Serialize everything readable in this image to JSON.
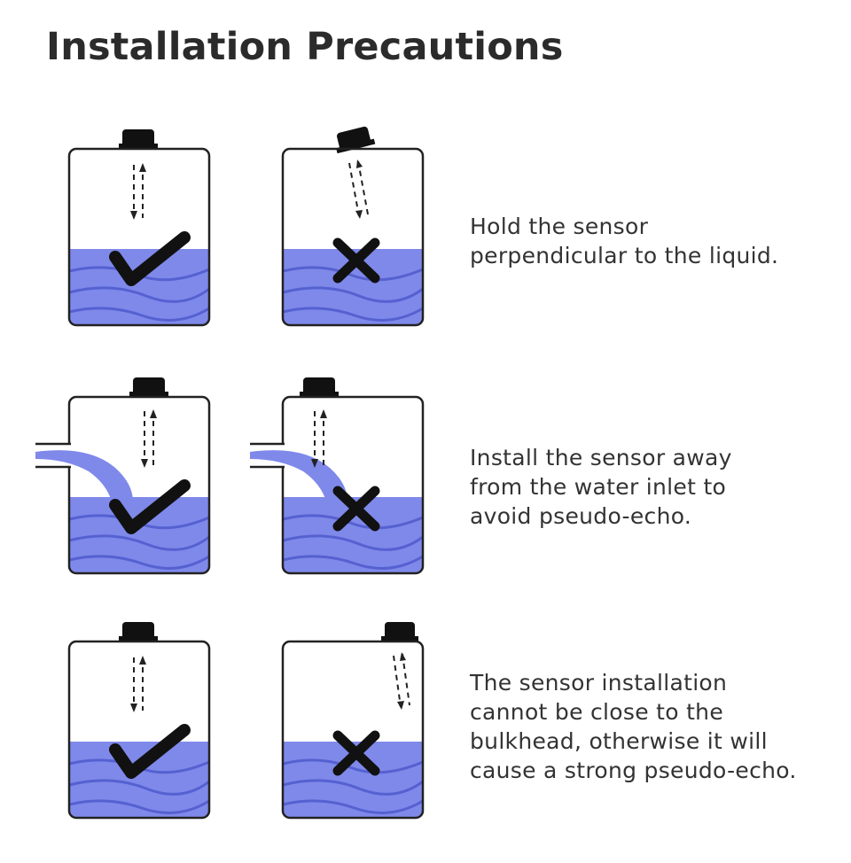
{
  "title": "Installation Precautions",
  "colors": {
    "water": "#7f89ea",
    "wave": "#5561d1",
    "outline": "#222222",
    "cap": "#111111",
    "mark": "#111111"
  },
  "rows": [
    {
      "caption": [
        "Hold the sensor",
        "perpendicular to the liquid."
      ],
      "correct_icon": "check-icon",
      "wrong_icon": "cross-icon"
    },
    {
      "caption": [
        "Install the sensor away",
        "from the water inlet to",
        "avoid pseudo-echo."
      ],
      "correct_icon": "check-icon",
      "wrong_icon": "cross-icon"
    },
    {
      "caption": [
        "The sensor installation",
        "cannot be close to the",
        "bulkhead, otherwise it will",
        "cause a strong pseudo-echo."
      ],
      "correct_icon": "check-icon",
      "wrong_icon": "cross-icon"
    }
  ]
}
